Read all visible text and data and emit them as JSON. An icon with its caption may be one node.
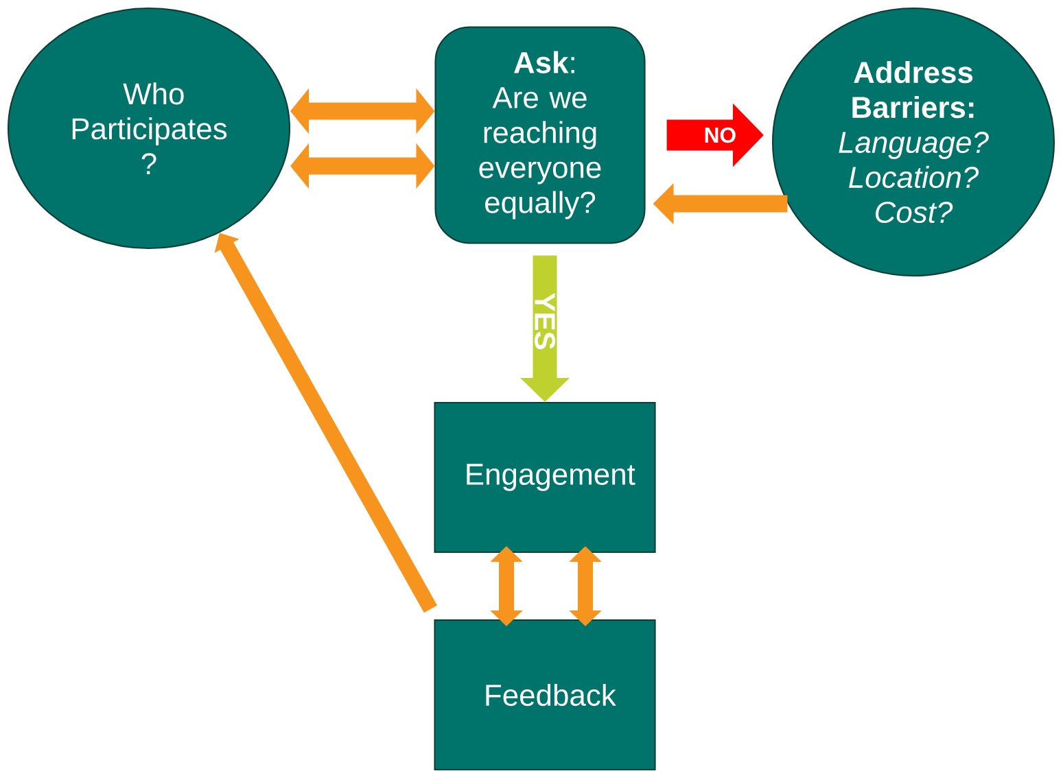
{
  "diagram": {
    "nodes": [
      {
        "text": [
          "Who Participates ?"
        ]
      },
      {
        "text": [
          "**Ask**:",
          "Are we reaching everyone equally?"
        ]
      },
      {
        "text": [
          "Address Barriers:",
          "Language? Location? Cost?"
        ]
      },
      {
        "text": [
          "Engagement"
        ]
      },
      {
        "text": [
          "Feedback"
        ]
      }
    ],
    "edges": [
      {
        "from": 0,
        "to": 1,
        "arrow": "both"
      },
      {
        "from": 0,
        "to": 1,
        "arrow": "both"
      },
      {
        "from": 1,
        "to": 2,
        "arrow": "to",
        "label": "NO",
        "style": "thick",
        "color": "#ff0000"
      },
      {
        "from": 2,
        "to": 1,
        "arrow": "to"
      },
      {
        "from": 1,
        "to": 3,
        "arrow": "to",
        "label": "YES",
        "color": "#bfd12f"
      },
      {
        "from": 3,
        "to": 4,
        "arrow": "both"
      },
      {
        "from": 3,
        "to": 4,
        "arrow": "both"
      },
      {
        "from": 4,
        "to": 0,
        "arrow": "to"
      }
    ]
  }
}
